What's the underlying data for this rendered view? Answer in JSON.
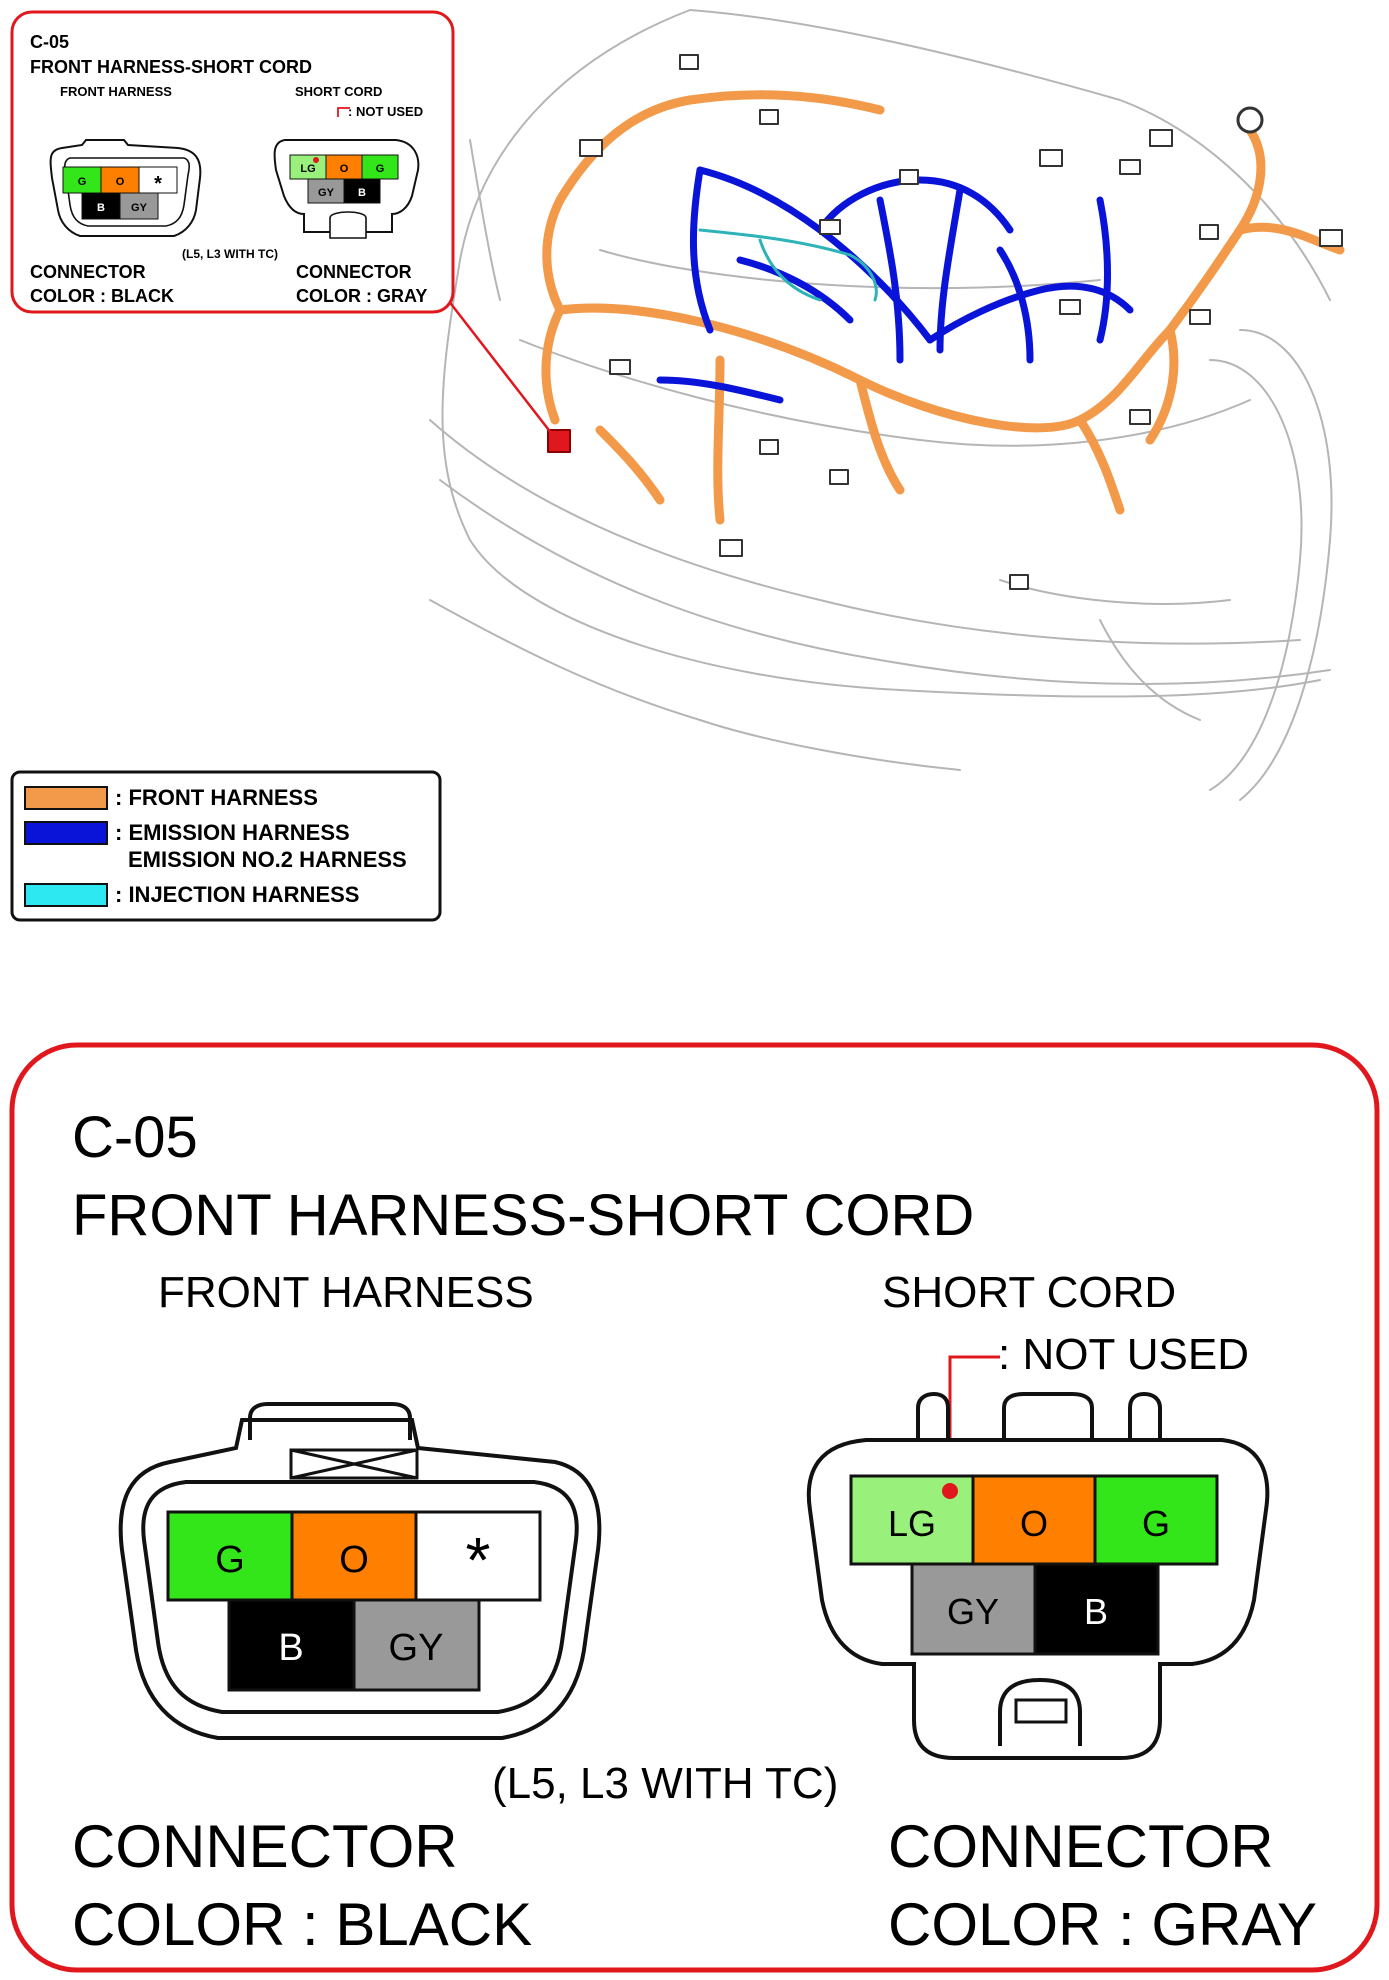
{
  "inset": {
    "code": "C-05",
    "title": "FRONT HARNESS-SHORT CORD",
    "front_label": "FRONT HARNESS",
    "short_label": "SHORT CORD",
    "not_used": ": NOT USED",
    "variant": "(L5, L3 WITH TC)",
    "left_conn_1": "CONNECTOR",
    "left_conn_2": "COLOR : BLACK",
    "right_conn_1": "CONNECTOR",
    "right_conn_2": "COLOR : GRAY"
  },
  "legend": {
    "front": ": FRONT HARNESS",
    "emission_1": ": EMISSION HARNESS",
    "emission_2": "EMISSION NO.2 HARNESS",
    "injection": ": INJECTION HARNESS",
    "colors": {
      "front": "#F39A4A",
      "emission": "#0A14D8",
      "injection": "#2DE8F0"
    }
  },
  "detail": {
    "code": "C-05",
    "title": "FRONT HARNESS-SHORT CORD",
    "front_label": "FRONT HARNESS",
    "short_label": "SHORT CORD",
    "not_used": ": NOT USED",
    "variant": "(L5, L3 WITH TC)",
    "left_conn_1": "CONNECTOR",
    "left_conn_2": "COLOR : BLACK",
    "right_conn_1": "CONNECTOR",
    "right_conn_2": "COLOR : GRAY"
  },
  "front_connector": {
    "top_row": [
      "G",
      "O",
      "*"
    ],
    "bottom_row": [
      "B",
      "GY"
    ]
  },
  "short_connector": {
    "top_row": [
      "LG",
      "O",
      "G"
    ],
    "bottom_row": [
      "GY",
      "B"
    ]
  },
  "pin_colors": {
    "G": "#33E61A",
    "O": "#FF7F00",
    "LG": "#99F07A",
    "B": "#000000",
    "GY": "#999999",
    "*": "#FFFFFF"
  },
  "accent_color": "#E0181E"
}
